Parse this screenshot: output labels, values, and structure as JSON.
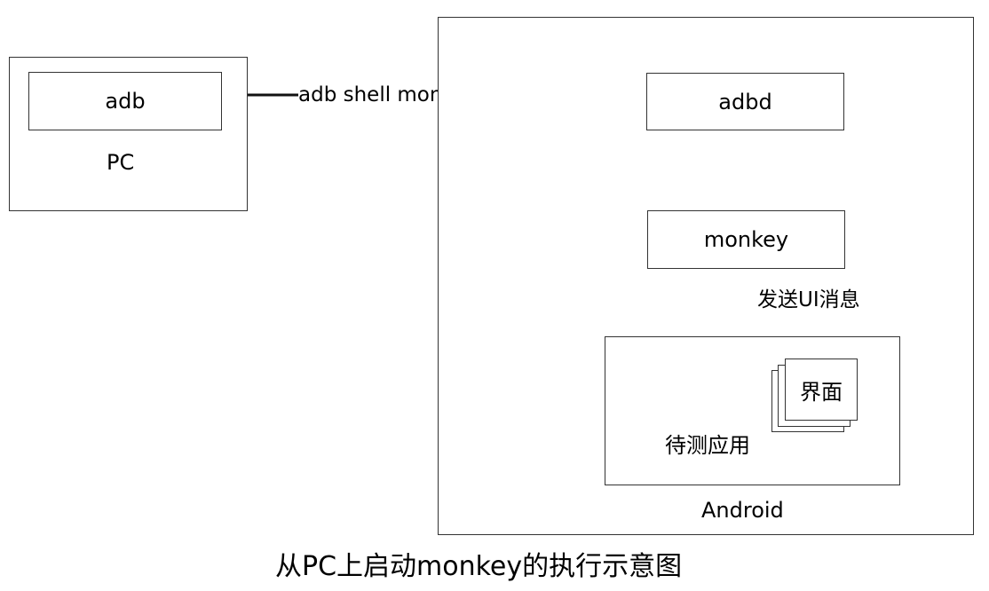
{
  "diagram": {
    "pc": {
      "inner_label": "adb",
      "caption": "PC"
    },
    "connection_label": "adb shell monkey",
    "android": {
      "adbd_label": "adbd",
      "monkey_label": "monkey",
      "message_label": "发送UI消息",
      "screen_label": "界面",
      "app_label": "待测应用",
      "caption": "Android"
    },
    "title": "从PC上启动monkey的执行示意图"
  }
}
